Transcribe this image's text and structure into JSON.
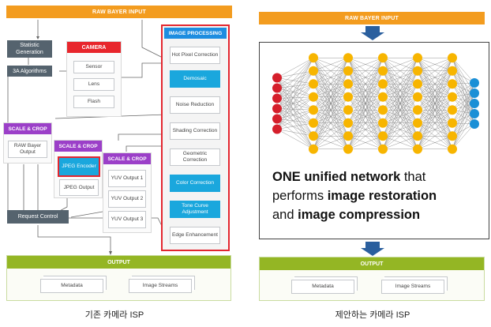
{
  "left": {
    "raw_input": "RAW BAYER INPUT",
    "statistic": "Statistic Generation",
    "algorithms": "3A Algorithms",
    "camera": {
      "title": "CAMERA",
      "items": [
        "Sensor",
        "Lens",
        "Flash"
      ]
    },
    "image_processing": {
      "title": "IMAGE PROCESSING",
      "steps": [
        "Hot Pixel Correction",
        "Demosaic",
        "Noise Reduction",
        "Shading Correction",
        "Geometric Correction",
        "Color Correction",
        "Tone Curve Adjustment",
        "Edge Enhancement"
      ]
    },
    "scale_crop_1": {
      "title": "SCALE & CROP",
      "item": "RAW Bayer Output"
    },
    "scale_crop_2": {
      "title": "SCALE & CROP",
      "encoder": "JPEG Encoder",
      "output": "JPEG Output"
    },
    "scale_crop_3": {
      "title": "SCALE & CROP",
      "items": [
        "YUV Output 1",
        "YUV Output 2",
        "YUV Output 3"
      ]
    },
    "request_control": "Request Control",
    "output": {
      "title": "OUTPUT",
      "metadata": "Metadata",
      "streams": "Image Streams"
    },
    "caption": "기존 카메라 ISP"
  },
  "right": {
    "raw_input": "RAW BAYER INPUT",
    "text_line1_bold": "ONE unified network",
    "text_line1_rest": " that",
    "text_line2_plain": "performs ",
    "text_line2_bold": "image restoration",
    "text_line3_plain": "and ",
    "text_line3_bold": "image compression",
    "output": {
      "title": "OUTPUT",
      "metadata": "Metadata",
      "streams": "Image Streams"
    },
    "caption": "제안하는 카메라 ISP"
  },
  "colors": {
    "orange": "#f39c1f",
    "green": "#94b624",
    "red": "#e8262c",
    "purple": "#9b3fc8",
    "blue": "#1d8de0",
    "cyan": "#1aa7dd",
    "dark": "#55636e",
    "node_red": "#d51f2b",
    "node_yellow": "#f7b500",
    "node_blue": "#1a8fd6"
  }
}
